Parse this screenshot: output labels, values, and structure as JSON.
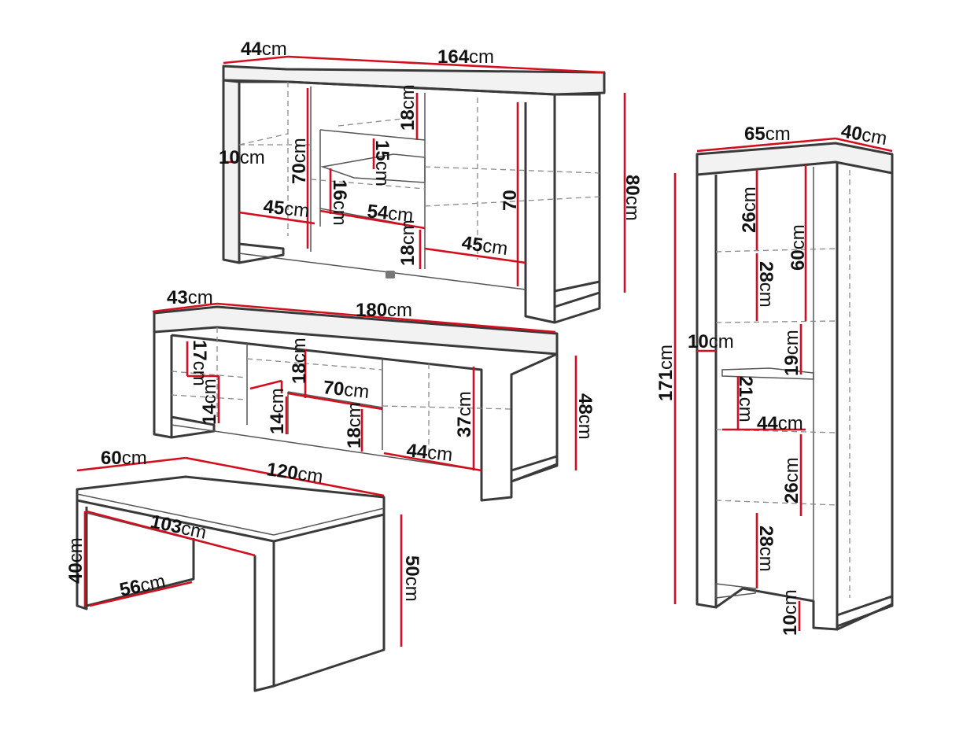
{
  "dimension_color": "#d10f1f",
  "outline_color": "#3a3a3a",
  "sideboard": {
    "depth": {
      "num": "44",
      "unit": "cm"
    },
    "width": {
      "num": "164",
      "unit": "cm"
    },
    "height": {
      "num": "80",
      "unit": "cm"
    },
    "side_compartment_height": {
      "num": "70",
      "unit": "cm"
    },
    "side_compartment_height_right": {
      "num": "70",
      "unit": "cm"
    },
    "side_shelf_gap": {
      "num": "10",
      "unit": "cm"
    },
    "side_compartment_width_left": {
      "num": "45",
      "unit": "cm"
    },
    "side_compartment_width_right": {
      "num": "45",
      "unit": "cm"
    },
    "center_top_drawer": {
      "num": "18",
      "unit": "cm"
    },
    "center_shelf_gap": {
      "num": "15",
      "unit": "cm"
    },
    "center_mid_gap": {
      "num": "16",
      "unit": "cm"
    },
    "center_width": {
      "num": "54",
      "unit": "cm"
    },
    "center_bottom_drawer": {
      "num": "18",
      "unit": "cm"
    }
  },
  "tv_unit": {
    "depth": {
      "num": "43",
      "unit": "cm"
    },
    "width": {
      "num": "180",
      "unit": "cm"
    },
    "height": {
      "num": "48",
      "unit": "cm"
    },
    "left_top_gap": {
      "num": "17",
      "unit": "cm"
    },
    "left_bottom_gap": {
      "num": "14",
      "unit": "cm"
    },
    "center_top_drawer": {
      "num": "18",
      "unit": "cm"
    },
    "center_left_gap": {
      "num": "14",
      "unit": "cm"
    },
    "center_width": {
      "num": "70",
      "unit": "cm"
    },
    "center_drawer": {
      "num": "18",
      "unit": "cm"
    },
    "right_height": {
      "num": "37",
      "unit": "cm"
    },
    "right_width": {
      "num": "44",
      "unit": "cm"
    }
  },
  "coffee_table": {
    "depth": {
      "num": "60",
      "unit": "cm"
    },
    "width": {
      "num": "120",
      "unit": "cm"
    },
    "height": {
      "num": "50",
      "unit": "cm"
    },
    "inner_width": {
      "num": "103",
      "unit": "cm"
    },
    "inner_height": {
      "num": "40",
      "unit": "cm"
    },
    "inner_depth": {
      "num": "56",
      "unit": "cm"
    }
  },
  "vitrine": {
    "width": {
      "num": "65",
      "unit": "cm"
    },
    "depth": {
      "num": "40",
      "unit": "cm"
    },
    "height": {
      "num": "171",
      "unit": "cm"
    },
    "upper_section": {
      "num": "60",
      "unit": "cm"
    },
    "shelf_1": {
      "num": "26",
      "unit": "cm"
    },
    "shelf_2": {
      "num": "28",
      "unit": "cm"
    },
    "middle_gap": {
      "num": "10",
      "unit": "cm"
    },
    "right_gap": {
      "num": "19",
      "unit": "cm"
    },
    "shelf_3": {
      "num": "21",
      "unit": "cm"
    },
    "inner_width": {
      "num": "44",
      "unit": "cm"
    },
    "shelf_4": {
      "num": "26",
      "unit": "cm"
    },
    "shelf_5": {
      "num": "28",
      "unit": "cm"
    },
    "base_gap": {
      "num": "10",
      "unit": "cm"
    }
  }
}
